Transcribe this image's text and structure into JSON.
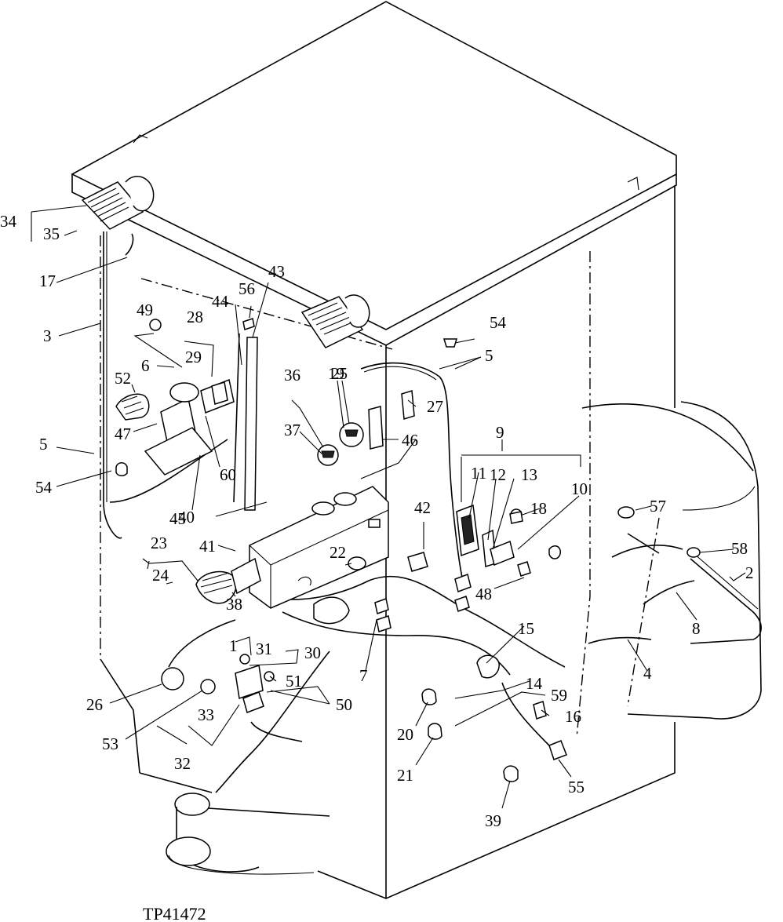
{
  "figure": {
    "id": "TP41472",
    "callouts": [
      "1",
      "2",
      "3",
      "4",
      "5",
      "5",
      "6",
      "7",
      "8",
      "9",
      "10",
      "11",
      "12",
      "13",
      "14",
      "15",
      "16",
      "17",
      "18",
      "19",
      "20",
      "21",
      "22",
      "23",
      "24",
      "25",
      "26",
      "27",
      "28",
      "29",
      "30",
      "31",
      "32",
      "33",
      "34",
      "35",
      "36",
      "37",
      "38",
      "39",
      "40",
      "41",
      "42",
      "43",
      "44",
      "45",
      "46",
      "47",
      "48",
      "49",
      "50",
      "51",
      "52",
      "53",
      "54",
      "54",
      "55",
      "56",
      "57",
      "58",
      "59",
      "60"
    ]
  }
}
